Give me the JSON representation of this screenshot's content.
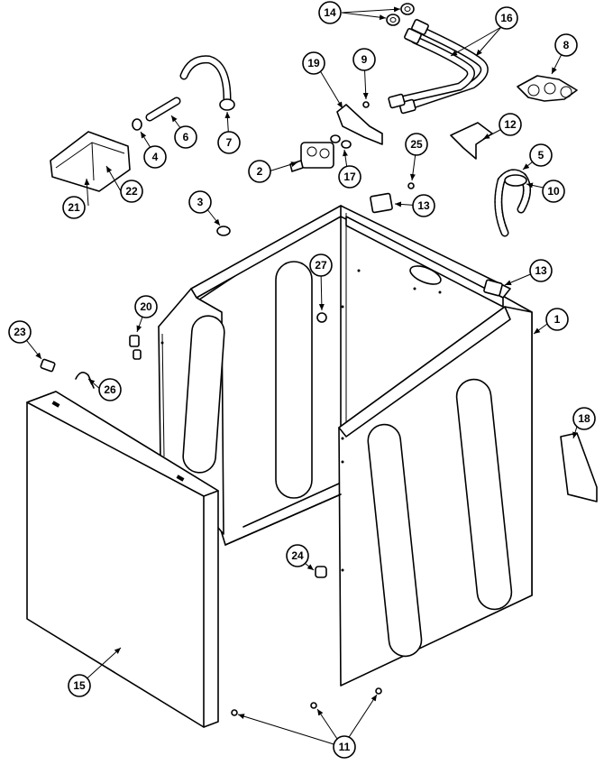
{
  "callouts": {
    "c1": "1",
    "c2": "2",
    "c3": "3",
    "c4": "4",
    "c5": "5",
    "c6": "6",
    "c7": "7",
    "c8": "8",
    "c9": "9",
    "c10": "10",
    "c11": "11",
    "c12": "12",
    "c13a": "13",
    "c13b": "13",
    "c14": "14",
    "c15": "15",
    "c16": "16",
    "c17": "17",
    "c18": "18",
    "c19": "19",
    "c20": "20",
    "c21": "21",
    "c22": "22",
    "c23": "23",
    "c24": "24",
    "c25": "25",
    "c26": "26",
    "c27": "27"
  }
}
